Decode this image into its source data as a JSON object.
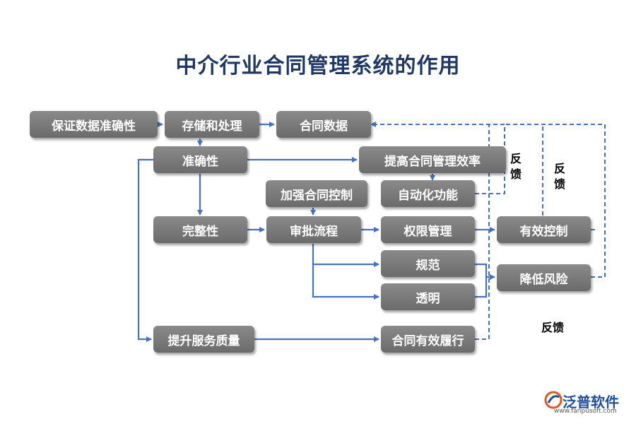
{
  "title": "中介行业合同管理系统的作用",
  "nodes": {
    "guarantee_data_accuracy": "保证数据准确性",
    "storage_processing": "存储和处理",
    "contract_data": "合同数据",
    "accuracy": "准确性",
    "improve_efficiency": "提高合同管理效率",
    "strengthen_control": "加强合同控制",
    "automation": "自动化功能",
    "completeness": "完整性",
    "approval_process": "审批流程",
    "permission_management": "权限管理",
    "effective_control": "有效控制",
    "standard": "规范",
    "reduce_risk": "降低风险",
    "transparent": "透明",
    "improve_service": "提升服务质量",
    "effective_performance": "合同有效履行"
  },
  "feedback_labels": {
    "fb1": "反馈",
    "fb2": "反馈",
    "fb3": "反馈"
  },
  "logo": {
    "name": "泛普软件",
    "url": "www.fanpusoft.com"
  },
  "colors": {
    "node_fill": "#7a7a7a",
    "arrow": "#4472c4",
    "title": "#1f3864"
  }
}
